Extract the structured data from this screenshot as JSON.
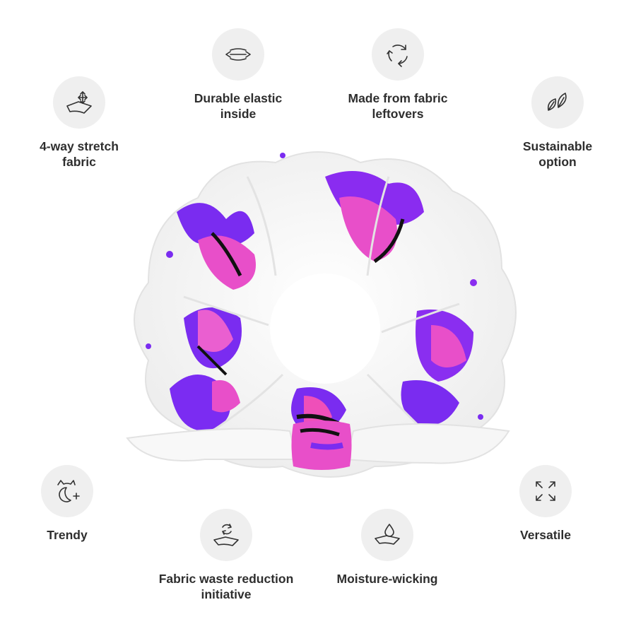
{
  "features": {
    "stretch": {
      "label": "4-way stretch\nfabric",
      "icon": "fabric-stretch-icon"
    },
    "elastic": {
      "label": "Durable elastic\ninside",
      "icon": "elastic-band-icon"
    },
    "leftovers": {
      "label": "Made from fabric\nleftovers",
      "icon": "recycle-arrows-icon"
    },
    "sustainable": {
      "label": "Sustainable\noption",
      "icon": "leaves-icon"
    },
    "trendy": {
      "label": "Trendy",
      "icon": "cat-sparkle-icon"
    },
    "waste": {
      "label": "Fabric waste reduction\ninitiative",
      "icon": "fabric-recycle-icon"
    },
    "moisture": {
      "label": "Moisture-wicking",
      "icon": "water-drop-fabric-icon"
    },
    "versatile": {
      "label": "Versatile",
      "icon": "expand-arrows-icon"
    }
  },
  "colors": {
    "icon_circle": "#efefef",
    "text": "#2e2e2e",
    "splash_purple": "#7a2cf0",
    "splash_pink": "#e84fc9",
    "fabric": "#ffffff"
  }
}
